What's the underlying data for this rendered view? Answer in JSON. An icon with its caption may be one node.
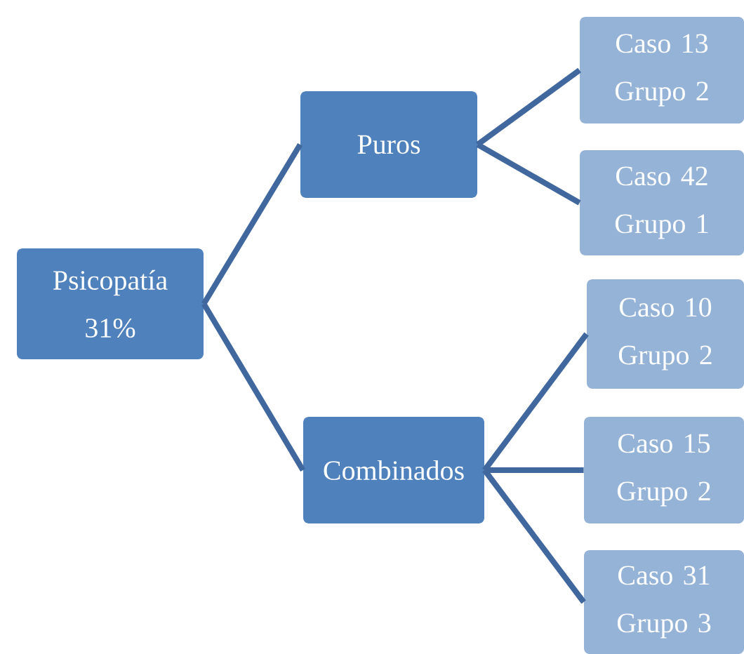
{
  "diagram": {
    "nodes": [
      {
        "text": [
          "Psicopatía 31%"
        ]
      },
      {
        "text": [
          "Puros"
        ]
      },
      {
        "text": [
          "Caso 13 Grupo 2"
        ]
      },
      {
        "text": [
          "Caso 42 Grupo 1"
        ]
      },
      {
        "text": [
          "Combinados"
        ]
      },
      {
        "text": [
          "Caso 10 Grupo 2"
        ]
      },
      {
        "text": [
          "Caso 15 Grupo 2"
        ]
      },
      {
        "text": [
          "Caso 31 Grupo 3"
        ]
      }
    ],
    "edges": [
      {
        "from": 0,
        "to": 1,
        "arrow": "none"
      },
      {
        "from": 0,
        "to": 4,
        "arrow": "none"
      },
      {
        "from": 1,
        "to": 2,
        "arrow": "none"
      },
      {
        "from": 1,
        "to": 3,
        "arrow": "none"
      },
      {
        "from": 4,
        "to": 5,
        "arrow": "none"
      },
      {
        "from": 4,
        "to": 6,
        "arrow": "none"
      },
      {
        "from": 4,
        "to": 7,
        "arrow": "none"
      }
    ]
  }
}
